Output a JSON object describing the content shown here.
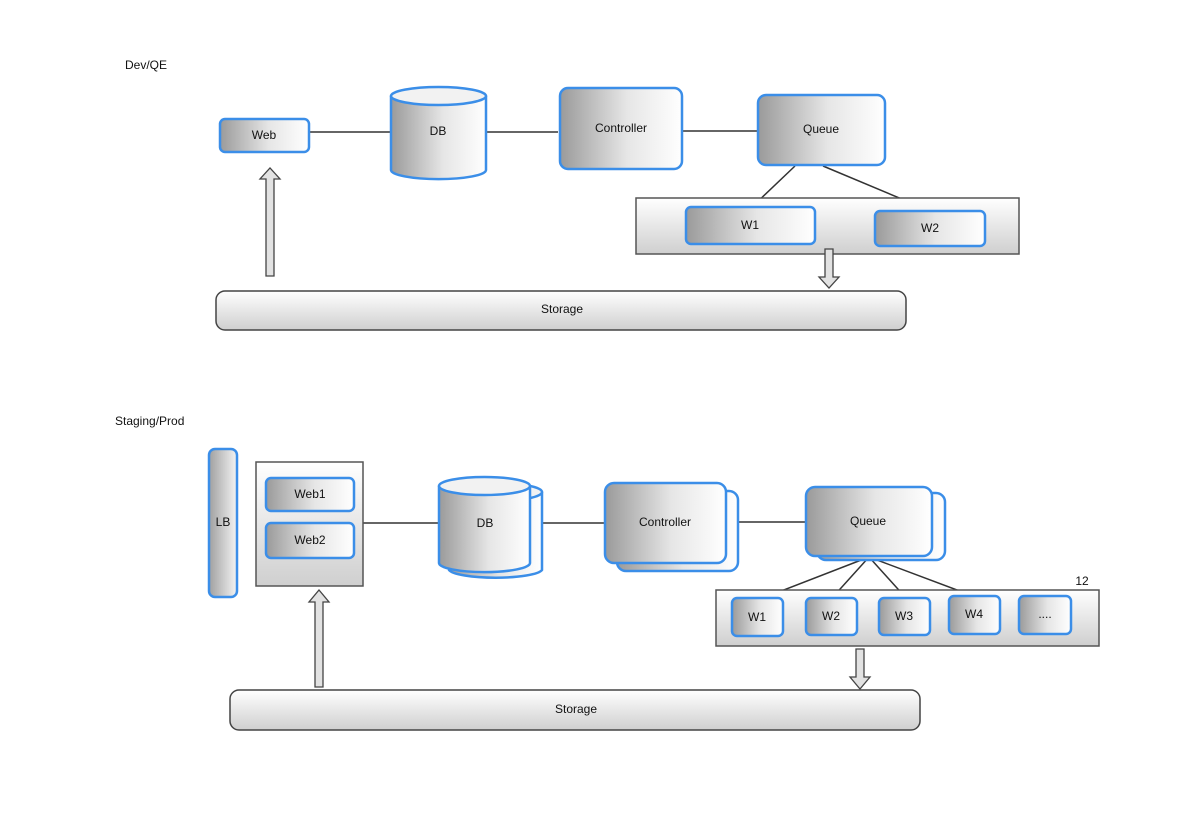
{
  "sections": {
    "dev": {
      "title": "Dev/QE",
      "web": "Web",
      "db": "DB",
      "controller": "Controller",
      "queue": "Queue",
      "workers": [
        "W1",
        "W2"
      ],
      "storage": "Storage"
    },
    "prod": {
      "title": "Staging/Prod",
      "lb": "LB",
      "web": [
        "Web1",
        "Web2"
      ],
      "db": "DB",
      "controller": "Controller",
      "queue": "Queue",
      "worker_count": "12",
      "workers": [
        "W1",
        "W2",
        "W3",
        "W4",
        "...."
      ],
      "storage": "Storage"
    }
  },
  "colors": {
    "accent_border": "#3b8ee8",
    "gray_border": "#555555",
    "line": "#333333"
  }
}
